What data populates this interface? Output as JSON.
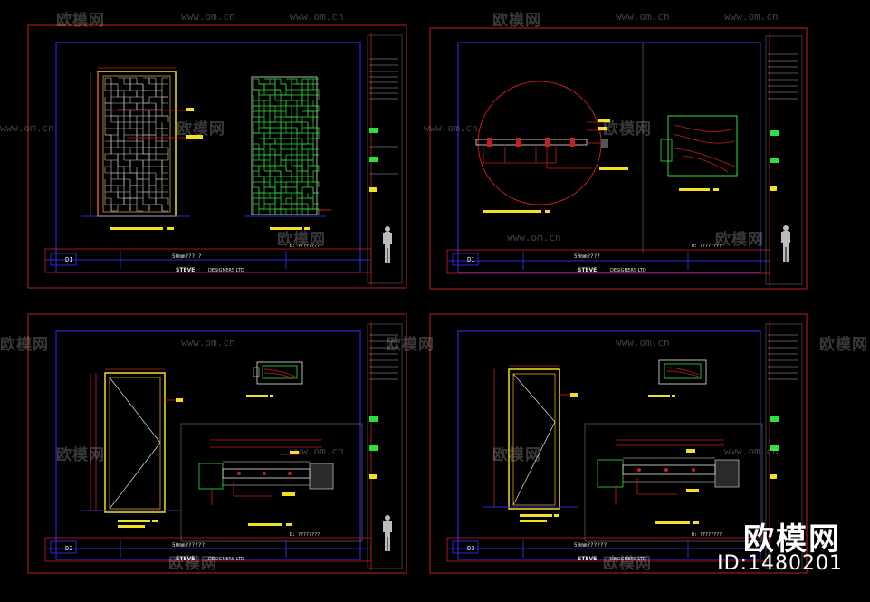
{
  "watermark": {
    "brand": "欧模网",
    "url": "www.om.cn"
  },
  "sheets": [
    {
      "tag": "D1",
      "scale_text": "50mm??? ?",
      "code": "D: ????????",
      "company": "DESIGNERS LTD",
      "company_prefix": "STEVE"
    },
    {
      "tag": "D1",
      "scale_text": "50mm????",
      "code": "D: ????????",
      "company": "DESIGNERS LTD",
      "company_prefix": "STEVE"
    },
    {
      "tag": "D2",
      "scale_text": "50mm??????",
      "code": "D: ????????",
      "company": "DESIGNERS LTD",
      "company_prefix": "STEVE"
    },
    {
      "tag": "D3",
      "scale_text": "50mm??????",
      "code": "D: ????????",
      "company": "DESIGNERS LTD",
      "company_prefix": "STEVE"
    }
  ],
  "brand_overlay": {
    "name": "欧模网",
    "id": "ID:1480201"
  },
  "colors": {
    "frame_red": "#c81e1e",
    "border_blue": "#2a2ad8",
    "line_white": "#e8e8e8",
    "accent_yellow": "#f0e020",
    "accent_green": "#2ee03a",
    "accent_orange": "#e8a020"
  }
}
